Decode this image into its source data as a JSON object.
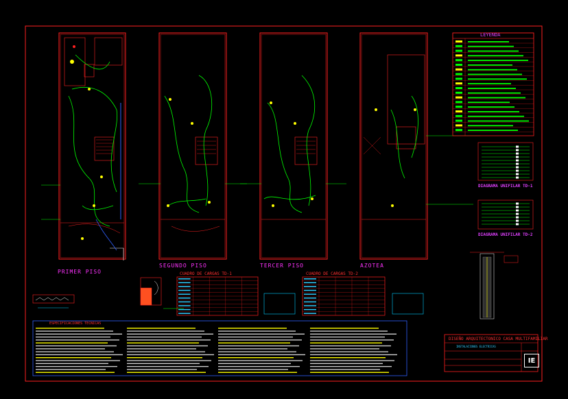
{
  "floors": [
    {
      "label": "PRIMER PISO"
    },
    {
      "label": "SEGUNDO PISO"
    },
    {
      "label": "TERCER PISO"
    },
    {
      "label": "AZOTEA"
    }
  ],
  "legend": {
    "title": "LEYENDA"
  },
  "diagrams": {
    "td1": "DIAGRAMA UNIFILAR TD-1",
    "td2": "DIAGRAMA UNIFILAR TD-2"
  },
  "tables": {
    "t1": "CUADRO DE CARGAS TD-1",
    "t2": "CUADRO DE CARGAS TD-2"
  },
  "specs": {
    "title": "ESPECIFICACIONES TECNICAS"
  },
  "title_block": {
    "project": "DISEÑO ARQUITECTONICO CASA MULTIFAMILIAR",
    "sheet": "INSTALACIONES ELECTRICAS",
    "logo": "IE"
  },
  "colors": {
    "frame": "#ff2020",
    "wall": "#ff2020",
    "wire": "#00ff00",
    "accent": "#ffff00",
    "cyan": "#00ccff"
  }
}
